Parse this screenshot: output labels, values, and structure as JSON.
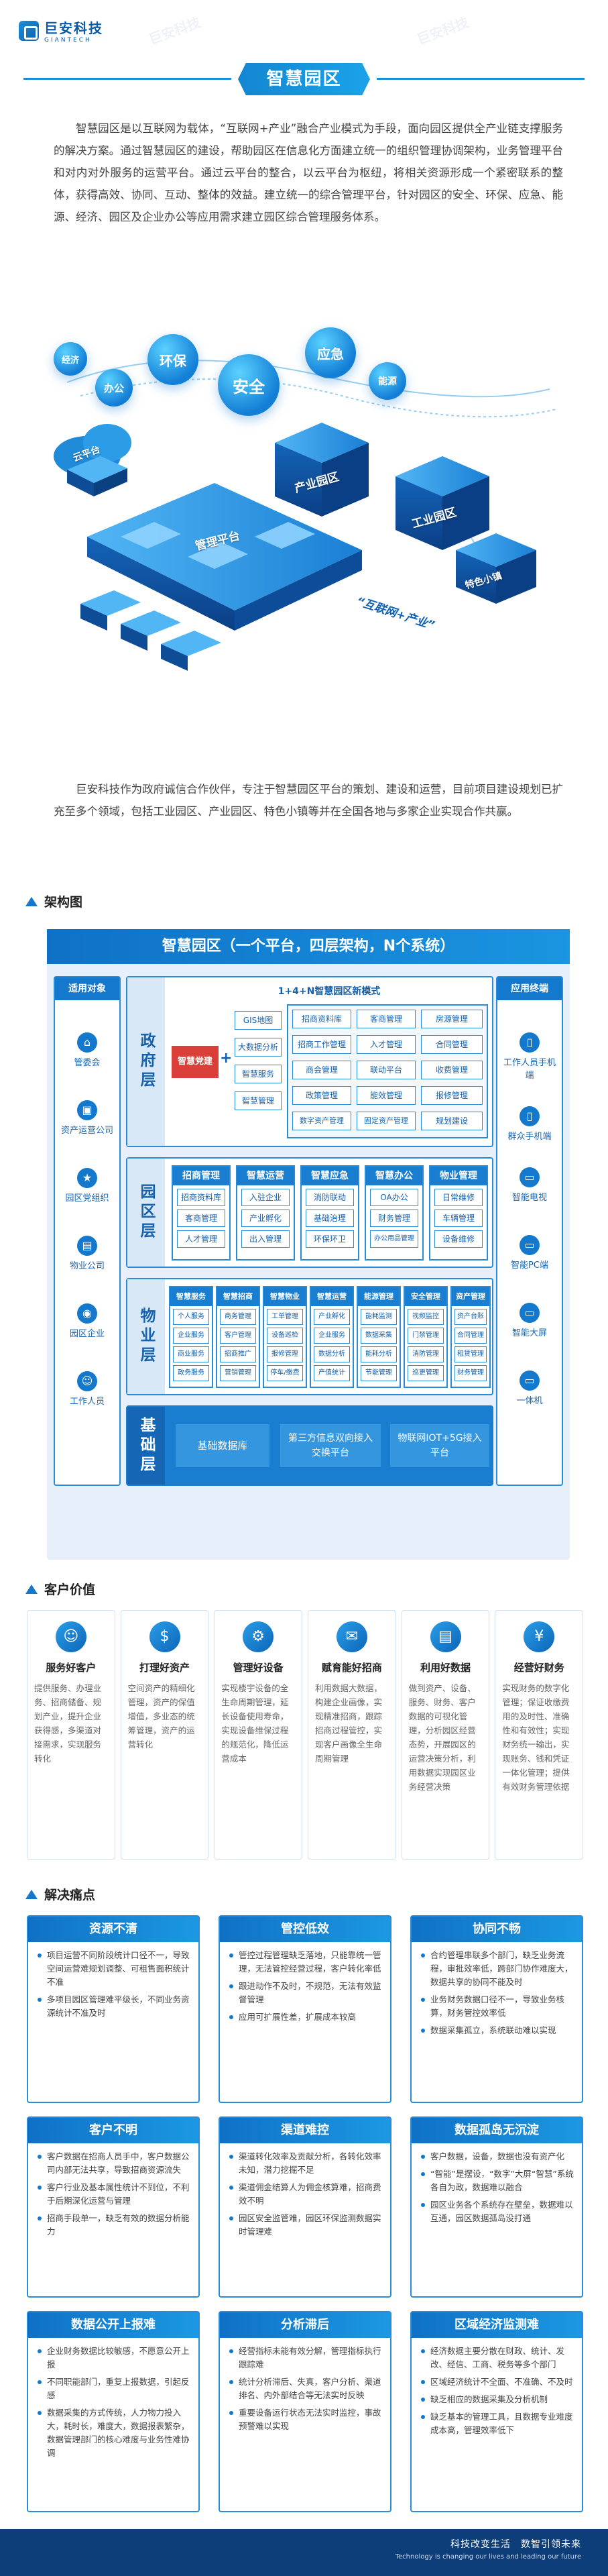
{
  "brand": {
    "name_cn": "巨安科技",
    "name_en": "GIANTECH"
  },
  "page_title": "智慧园区",
  "intro": "智慧园区是以互联网为载体，“互联网+产业”融合产业模式为手段，面向园区提供全产业链支撑服务的解决方案。通过智慧园区的建设，帮助园区在信息化方面建立统一的组织管理协调架构，业务管理平台和对内对外服务的运营平台。通过云平台的整合，以云平台为枢纽，将相关资源形成一个紧密联系的整体，获得高效、协同、互动、整体的效益。建立统一的综合管理平台，针对园区的安全、环保、应急、能源、经济、园区及企业办公等应用需求建立园区综合管理服务体系。",
  "hero": {
    "bubbles": [
      "经济",
      "办公",
      "环保",
      "安全",
      "应急",
      "能源"
    ],
    "cloud_label": "云平台",
    "platform_label": "管理平台",
    "blocks": [
      "产业园区",
      "工业园区",
      "特色小镇"
    ],
    "arc_label": "“互联网+产业”"
  },
  "para2": "巨安科技作为政府诚信合作伙伴，专注于智慧园区平台的策划、建设和运营，目前项目建设规划已扩充至多个领域，包括工业园区、产业园区、特色小镇等并在全国各地与多家企业实现合作共赢。",
  "arch": {
    "heading": "架构图",
    "title": "智慧园区（一个平台，四层架构，N个系统）",
    "left_head": "适用对象",
    "left_items": [
      {
        "icon": "⌂",
        "label": "管委会"
      },
      {
        "icon": "▣",
        "label": "资产运营公司"
      },
      {
        "icon": "★",
        "label": "园区党组织"
      },
      {
        "icon": "▤",
        "label": "物业公司"
      },
      {
        "icon": "◉",
        "label": "园区企业"
      },
      {
        "icon": "☺",
        "label": "工作人员"
      }
    ],
    "right_head": "应用终端",
    "right_items": [
      {
        "icon": "▯",
        "label": "工作人员手机端"
      },
      {
        "icon": "▯",
        "label": "群众手机端"
      },
      {
        "icon": "▭",
        "label": "智能电视"
      },
      {
        "icon": "▭",
        "label": "智能PC端"
      },
      {
        "icon": "▭",
        "label": "智能大屏"
      },
      {
        "icon": "▭",
        "label": "一体机"
      }
    ],
    "gov": {
      "name": "政府层",
      "subtitle": "1+4+N智慧园区新模式",
      "party": "智慧党建",
      "plus": "+",
      "mid": [
        "GIS地图",
        "大数据分析",
        "智慧服务",
        "智慧管理"
      ],
      "grid": [
        [
          "招商资料库",
          "客商管理",
          "房源管理"
        ],
        [
          "招商工作管理",
          "入才管理",
          "合同管理"
        ],
        [
          "商会管理",
          "联动平台",
          "收费管理"
        ],
        [
          "政策管理",
          "能效管理",
          "报修管理"
        ],
        [
          "数字资产管理",
          "固定资产管理",
          "规划建设"
        ]
      ]
    },
    "park": {
      "name": "园区层",
      "modules": [
        {
          "head": "招商管理",
          "items": [
            "招商资料库",
            "客商管理",
            "人才管理"
          ]
        },
        {
          "head": "智慧运营",
          "items": [
            "入驻企业",
            "产业孵化",
            "出入管理"
          ]
        },
        {
          "head": "智慧应急",
          "items": [
            "消防联动",
            "基础治理",
            "环保环卫"
          ]
        },
        {
          "head": "智慧办公",
          "items": [
            "OA办公",
            "财务管理",
            "办公用品管理"
          ]
        },
        {
          "head": "物业管理",
          "items": [
            "日常维修",
            "车辆管理",
            "设备维修"
          ]
        }
      ]
    },
    "prop": {
      "name": "物业层",
      "modules": [
        {
          "head": "智慧服务",
          "items": [
            "个人服务",
            "企业服务",
            "商业服务",
            "政务服务"
          ]
        },
        {
          "head": "智慧招商",
          "items": [
            "商务管理",
            "客户管理",
            "招商推广",
            "营销管理"
          ]
        },
        {
          "head": "智慧物业",
          "items": [
            "工单管理",
            "设备巡检",
            "报修管理",
            "停车/缴费"
          ]
        },
        {
          "head": "智慧运营",
          "items": [
            "产业孵化",
            "企业服务",
            "数据分析",
            "产值统计"
          ]
        },
        {
          "head": "能源管理",
          "items": [
            "能耗监测",
            "数据采集",
            "能耗分析",
            "节能管理"
          ]
        },
        {
          "head": "安全管理",
          "items": [
            "视频监控",
            "门禁管理",
            "消防管理",
            "巡更管理"
          ]
        },
        {
          "head": "资产管理",
          "items": [
            "资产台账",
            "合同管理",
            "租赁管理",
            "财务管理"
          ]
        }
      ]
    },
    "base": {
      "name": "基础层",
      "items": [
        "基础数据库",
        "第三方信息双向接入交换平台",
        "物联网IOT+5G接入平台"
      ]
    }
  },
  "values": {
    "heading": "客户价值",
    "cards": [
      {
        "icon": "☺",
        "title": "服务好客户",
        "desc": "提供服务、办理业务、招商储备、规划产业，提升企业获得感，多渠道对接需求，实现服务转化"
      },
      {
        "icon": "$",
        "title": "打理好资产",
        "desc": "空间资产的精细化管理，资产的保值增值，多业态的统筹管理，资产的运营转化"
      },
      {
        "icon": "⚙",
        "title": "管理好设备",
        "desc": "实现楼宇设备的全生命周期管理，延长设备使用寿命，实现设备维保过程的规范化，降低运营成本"
      },
      {
        "icon": "✉",
        "title": "赋育能好招商",
        "desc": "利用数据大数据，构建企业画像，实现精准招商，跟踪招商过程管控，实现客户画像全生命周期管理"
      },
      {
        "icon": "▤",
        "title": "利用好数据",
        "desc": "做到资产、设备、服务、财务、客户数据的可视化管理，分析园区经营态势，开展园区的运营决策分析，利用数据实现园区业务经营决策"
      },
      {
        "icon": "¥",
        "title": "经营好财务",
        "desc": "实现财务的数字化管理；保证收缴费用的及时性、准确性和有效性；实现财务统一输出，实现账务、钱和凭证一体化管理；提供有效财务管理依据"
      }
    ]
  },
  "pains": {
    "heading": "解决痛点",
    "cards": [
      {
        "title": "资源不清",
        "items": [
          "项目运营不同阶段统计口径不一，导致空间运营难规划调整、可租售面积统计不准",
          "多项目园区管理难平级长，不同业务资源统计不准及时"
        ]
      },
      {
        "title": "管控低效",
        "items": [
          "管控过程管理缺乏落地，只能靠统一管理，无法管控经营过程，客户转化率低",
          "跟进动作不及时，不规范，无法有效监督管理",
          "应用可扩展性差，扩展成本较高"
        ]
      },
      {
        "title": "协同不畅",
        "items": [
          "合约管理串联多个部门，缺乏业务流程，审批效率低，跨部门协作难度大，数据共享的协同不能及时",
          "业务财务数据口径不一，导致业务核算，财务管控效率低",
          "数据采集孤立，系统联动难以实现"
        ]
      },
      {
        "title": "客户不明",
        "items": [
          "客户数据在招商人员手中，客户数据公司内部无法共享，导致招商资源流失",
          "客户行业及基本属性统计不到位，不利于后期深化运营与管理",
          "招商手段单一，缺乏有效的数据分析能力"
        ]
      },
      {
        "title": "渠道难控",
        "items": [
          "渠道转化效率及贡献分析，各转化效率未知，潜力挖掘不足",
          "渠道佣金结算人为佣金核算难，招商费效不明",
          "园区安全监管难，园区环保监测数据实时管理难"
        ]
      },
      {
        "title": "数据孤岛无沉淀",
        "items": [
          "客户数据，设备，数据也没有资产化",
          "“智能”是摆设，“数字”大屏“智慧”系统各自为政，数据难以融合",
          "园区业务各个系统存在壁垒，数据难以互通，园区数据孤岛没打通"
        ]
      },
      {
        "title": "数据公开上报难",
        "items": [
          "企业财务数据比较敏感，不愿意公开上报",
          "不同职能部门，重复上报数据，引起反感",
          "数据采集的方式传统，人力物力投入大，耗时长，难度大，数据报表繁杂，数据管理部门的核心难度与业务性难协调"
        ]
      },
      {
        "title": "分析滞后",
        "items": [
          "经营指标未能有效分解，管理指标执行跟踪难",
          "统计分析滞后、失真，客户分析、渠道排名、内外部结合等无法实时反映",
          "重要设备运行状态无法实时监控，事故预警难以实现"
        ]
      },
      {
        "title": "区域经济监测难",
        "items": [
          "经济数据主要分散在财政、统计、发改、经信、工商、税务等多个部门",
          "区域经济统计不全面、不准确、不及时",
          "缺乏相应的数据采集及分析机制",
          "缺乏基本的管理工具，且数据专业难度成本高，管理效率低下"
        ]
      }
    ]
  },
  "footer": {
    "slogan_cn": "科技改变生活　数智引领未来",
    "slogan_en": "Technology is changing our lives and leading our future"
  },
  "colors": {
    "primary": "#1478cc",
    "dark": "#0e3e79",
    "light_bg": "#e7f0fa"
  }
}
